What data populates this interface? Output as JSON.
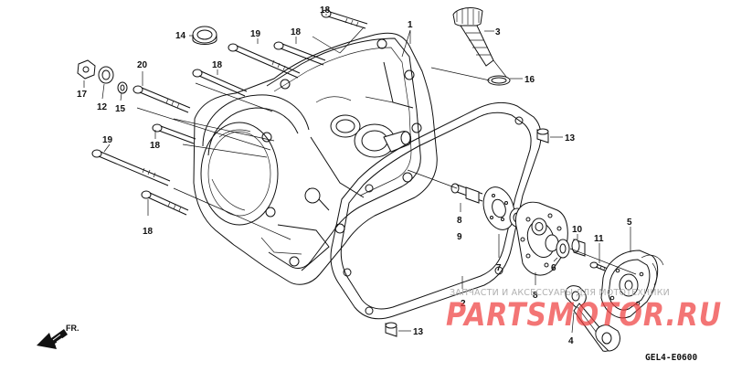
{
  "callouts": {
    "c1": "1",
    "c2": "2",
    "c3": "3",
    "c4": "4",
    "c5": "5",
    "c6": "6",
    "c7": "7",
    "c8a": "8",
    "c8b": "8",
    "c9": "9",
    "c10": "10",
    "c11": "11",
    "c12": "12",
    "c13a": "13",
    "c13b": "13",
    "c14": "14",
    "c15": "15",
    "c16": "16",
    "c17": "17",
    "c18a": "18",
    "c18b": "18",
    "c18c": "18",
    "c18d": "18",
    "c18e": "18",
    "c19a": "19",
    "c19b": "19",
    "c20": "20"
  },
  "direction_label": "FR.",
  "watermark": {
    "subtitle": "ЗАПЧАСТИ И АКСЕССУАРЫ ДЛЯ МОТОТЕХНИКИ",
    "brand": "PARTSMOTOR.RU"
  },
  "diagram_code": "GEL4-E0600",
  "colors": {
    "line": "#111111",
    "watermark_red": "#ee4040",
    "watermark_grey": "#b0b0b0"
  }
}
